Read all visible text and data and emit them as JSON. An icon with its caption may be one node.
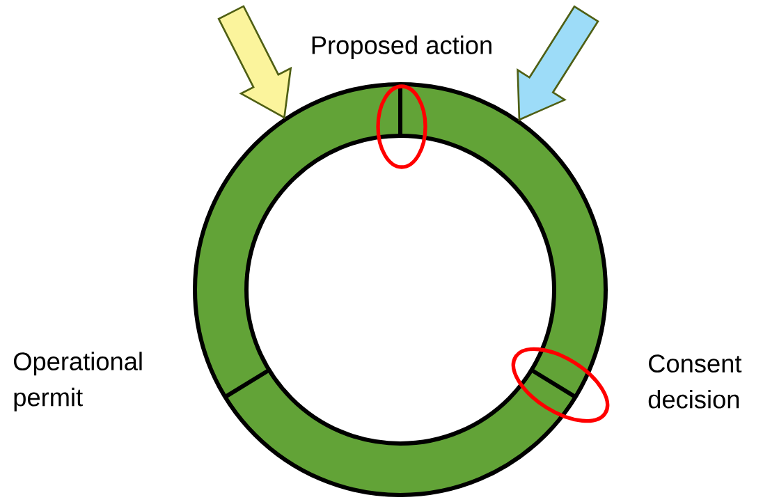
{
  "diagram": {
    "labels": [
      "Proposed action",
      "Operational permit",
      "Consent decision"
    ]
  }
}
